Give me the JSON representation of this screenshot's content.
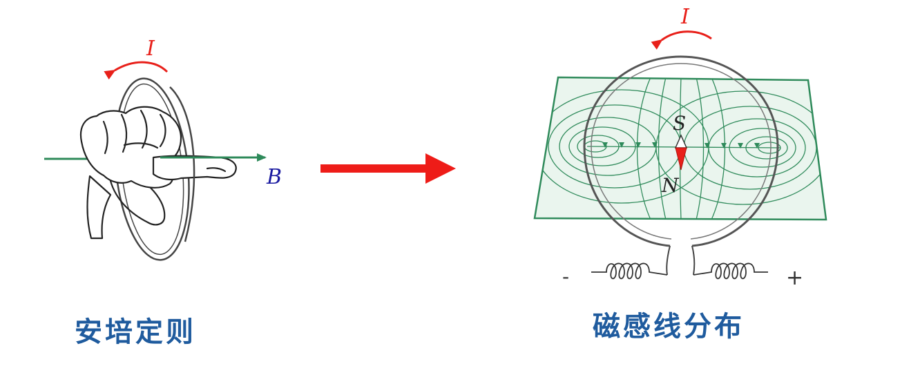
{
  "left_panel": {
    "current_label": "I",
    "field_label": "B",
    "caption": "安培定则"
  },
  "right_panel": {
    "current_label": "I",
    "needle_south_label": "S",
    "needle_north_label": "N",
    "terminal_negative": "-",
    "terminal_positive": "+",
    "caption": "磁感线分布"
  },
  "colors": {
    "current_arrow": "#e8201a",
    "field_line": "#2e8a5a",
    "field_label": "#1a1aa0",
    "big_arrow": "#ee1c18",
    "caption": "#1f5b9e",
    "line_ink": "#333333",
    "plane_fill": "#eaf5ee"
  }
}
